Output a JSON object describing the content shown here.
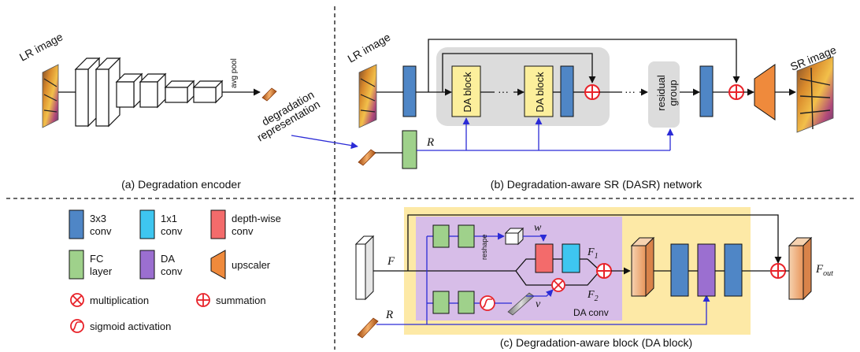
{
  "panel_a": {
    "input_label": "LR image",
    "pool_label": "avg pool",
    "output_label_line1": "degradation",
    "output_label_line2": "representation",
    "caption": "(a) Degradation encoder"
  },
  "panel_b": {
    "input_label": "LR image",
    "output_label": "SR image",
    "da_block_label": "DA block",
    "residual_group_line1": "residual",
    "residual_group_line2": "group",
    "r_label": "R",
    "caption": "(b) Degradation-aware SR (DASR) network"
  },
  "legend": {
    "conv3_line1": "3x3",
    "conv3_line2": "conv",
    "conv1_line1": "1x1",
    "conv1_line2": "conv",
    "dw_line1": "depth-wise",
    "dw_line2": "conv",
    "fc_line1": "FC",
    "fc_line2": "layer",
    "da_line1": "DA",
    "da_line2": "conv",
    "upscaler": "upscaler",
    "multiplication": "multiplication",
    "summation": "summation",
    "sigmoid": "sigmoid activation"
  },
  "panel_c": {
    "f_label": "F",
    "r_label": "R",
    "reshape_label": "reshape",
    "w_label": "w",
    "v_label": "v",
    "f1_label": "F",
    "f1_sub": "1",
    "f2_label": "F",
    "f2_sub": "2",
    "daconv_label": "DA conv",
    "fout_label": "F",
    "fout_sub": "out",
    "caption": "(c) Degradation-aware block (DA block)"
  },
  "colors": {
    "conv3x3": "#4f86c6",
    "conv1x1": "#3ec6f0",
    "depthwise": "#f36b6b",
    "fc": "#9fd18b",
    "daconv": "#9b6fd0",
    "upscaler": "#ef8a3c",
    "da_block_fill": "#fcef9c",
    "group_bg": "#dcdcdc",
    "yellow_bg": "#fde9a6",
    "purple_bg": "#d7bde8",
    "blue_arrow": "#2b2bd6",
    "red": "#e8232a"
  }
}
